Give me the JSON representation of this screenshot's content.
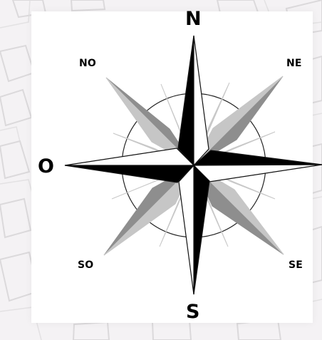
{
  "compass": {
    "north_label": "N",
    "south_label": "S",
    "west_label": "O",
    "northwest_label": "NO",
    "northeast_label": "NE",
    "southwest_label": "SO",
    "southeast_label": "SE"
  },
  "colors": {
    "background": "#f4f2f4",
    "panel": "#ffffff",
    "primary": "#000000",
    "secondary": "#8e8e8e",
    "tertiary": "#c8c8c8",
    "map_lines": "#dcdcdc"
  }
}
